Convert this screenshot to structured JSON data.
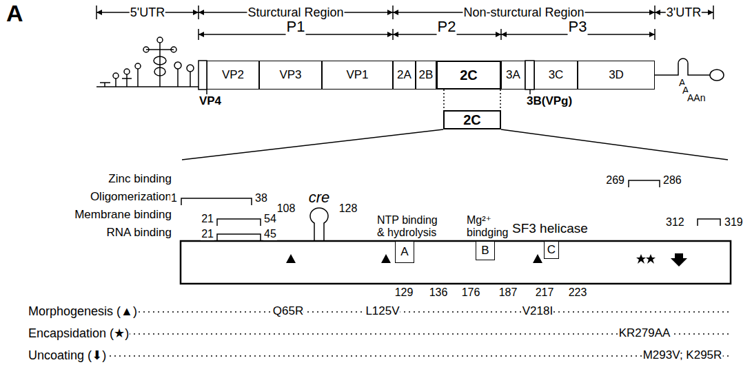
{
  "diagram": {
    "nodes": [
      {
        "text": [
          "VP2"
        ]
      },
      {
        "text": [
          "VP3"
        ]
      },
      {
        "text": [
          "VP1"
        ]
      },
      {
        "text": [
          "2A"
        ]
      },
      {
        "text": [
          "2B"
        ]
      },
      {
        "text": [
          "2C"
        ]
      },
      {
        "text": [
          "3A"
        ]
      },
      {
        "text": [
          "3C"
        ]
      },
      {
        "text": [
          "3D"
        ]
      },
      {
        "text": [
          "2C"
        ]
      },
      {
        "text": [
          "A"
        ]
      },
      {
        "text": [
          "B"
        ]
      },
      {
        "text": [
          "C"
        ]
      }
    ],
    "edges": [
      {
        "from": 5,
        "to": 9,
        "arrow": "none"
      },
      {
        "from": 5,
        "to": 9,
        "arrow": "none"
      }
    ],
    "labels": [
      "A",
      "5'UTR",
      "Sturctural Region",
      "Non-sturctural Region",
      "3'UTR",
      "P1",
      "P2",
      "P3",
      "VP4",
      "3B(VPg)",
      "A",
      "A",
      "AAn",
      "Zinc binding",
      "Oligomerization",
      "Membrane binding",
      "RNA binding",
      "269",
      "286",
      "1",
      "38",
      "108",
      "cre",
      "128",
      "21",
      "54",
      "21",
      "45",
      "NTP binding & hydrolysis",
      "Mg²⁺ bindging",
      "SF3 helicase",
      "312",
      "319",
      "129",
      "136",
      "176",
      "187",
      "217",
      "223",
      "Morphogenesis (▲)",
      "Q65R",
      "L125V",
      "V218I",
      "Encapsidation (★)",
      "KR279AA",
      "Uncoating (⬇)",
      "M293V; K295R"
    ]
  }
}
